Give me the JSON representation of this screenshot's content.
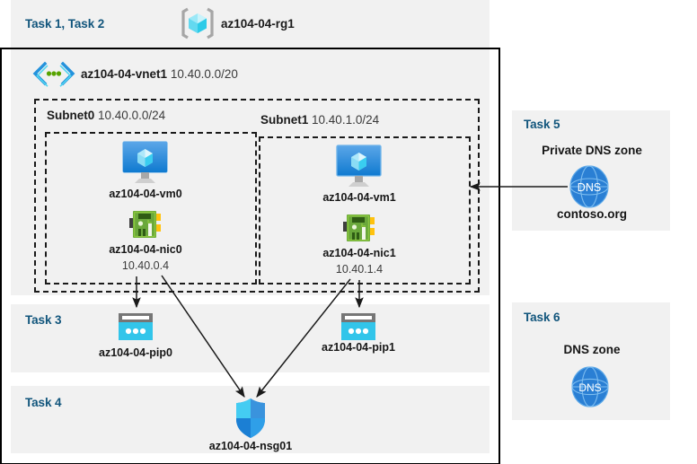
{
  "diagram": {
    "title_region": {
      "task_label": "Task 1, Task 2",
      "resource_group_name": "az104-04-rg1",
      "resource_group_icon": "resource-group-cube-icon"
    },
    "vnet": {
      "name": "az104-04-vnet1",
      "cidr": "10.40.0.0/20",
      "icon": "virtual-network-icon",
      "subnets": [
        {
          "name": "Subnet0",
          "cidr": "10.40.0.0/24",
          "vm": {
            "name": "az104-04-vm0",
            "icon": "virtual-machine-icon"
          },
          "nic": {
            "name": "az104-04-nic0",
            "ip": "10.40.0.4",
            "icon": "network-interface-icon"
          }
        },
        {
          "name": "Subnet1",
          "cidr": "10.40.1.0/24",
          "vm": {
            "name": "az104-04-vm1",
            "icon": "virtual-machine-icon"
          },
          "nic": {
            "name": "az104-04-nic1",
            "ip": "10.40.1.4",
            "icon": "network-interface-icon"
          }
        }
      ]
    },
    "task3": {
      "task_label": "Task 3",
      "public_ips": [
        {
          "name": "az104-04-pip0",
          "icon": "public-ip-address-icon"
        },
        {
          "name": "az104-04-pip1",
          "icon": "public-ip-address-icon"
        }
      ]
    },
    "task4": {
      "task_label": "Task 4",
      "nsg": {
        "name": "az104-04-nsg01",
        "icon": "network-security-group-shield-icon"
      }
    },
    "task5": {
      "task_label": "Task 5",
      "heading": "Private DNS zone",
      "zone_name": "contoso.org",
      "icon": "dns-globe-icon",
      "icon_text": "DNS"
    },
    "task6": {
      "task_label": "Task 6",
      "heading": "DNS zone",
      "icon": "dns-globe-icon",
      "icon_text": "DNS"
    },
    "colors": {
      "task_label": "#11557c",
      "panel_background": "#f1f1f1",
      "page_background": "#ffffff",
      "outline": "#000000",
      "dashed_border": "#1a1a1a",
      "vm_icon_blue": "#3a8fdd",
      "nic_icon_green": "#6aa83b",
      "pip_icon_cyan": "#32c5ea",
      "nsg_icon_blue": "#1f8ce0",
      "dns_icon_blue": "#2a7fd4",
      "rg_icon_cyan": "#7fe3f5",
      "vnet_icon_blue": "#2392dc",
      "arrow": "#1a1a1a"
    }
  }
}
